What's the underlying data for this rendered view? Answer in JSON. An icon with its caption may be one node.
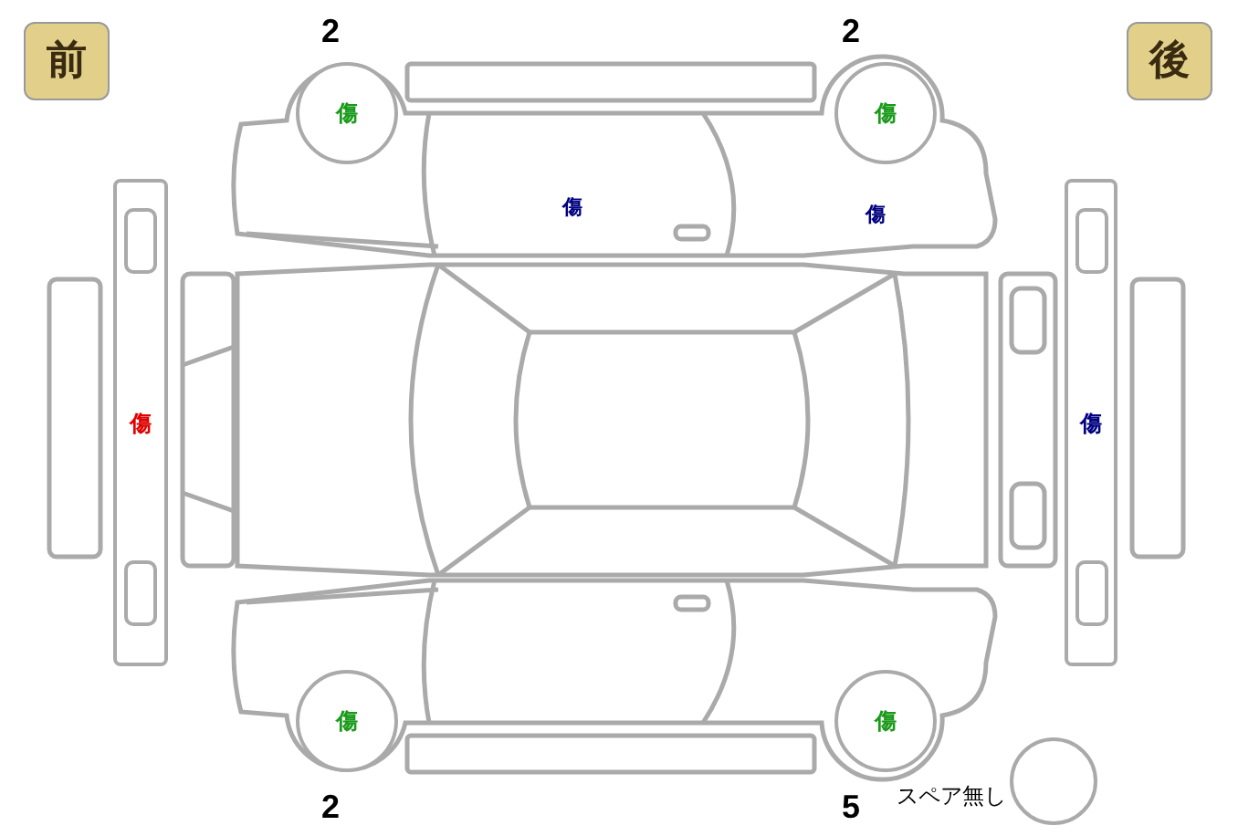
{
  "diagram": {
    "nodes": [
      {
        "text": [
          "前"
        ]
      },
      {
        "text": [
          "後"
        ]
      },
      {
        "text": [
          "傷"
        ],
        "beside": [
          "2"
        ]
      },
      {
        "text": [
          "傷"
        ],
        "beside": [
          "2"
        ]
      },
      {
        "text": [
          "傷"
        ]
      },
      {
        "text": [
          "傷"
        ]
      },
      {
        "text": [
          "傷"
        ],
        "beside": [
          "2"
        ]
      },
      {
        "text": [
          "傷"
        ],
        "beside": [
          "5"
        ]
      },
      {
        "text": [],
        "shape": "circle",
        "beside": [
          "スペア無し"
        ]
      }
    ],
    "labels": [
      "傷",
      "傷"
    ]
  }
}
